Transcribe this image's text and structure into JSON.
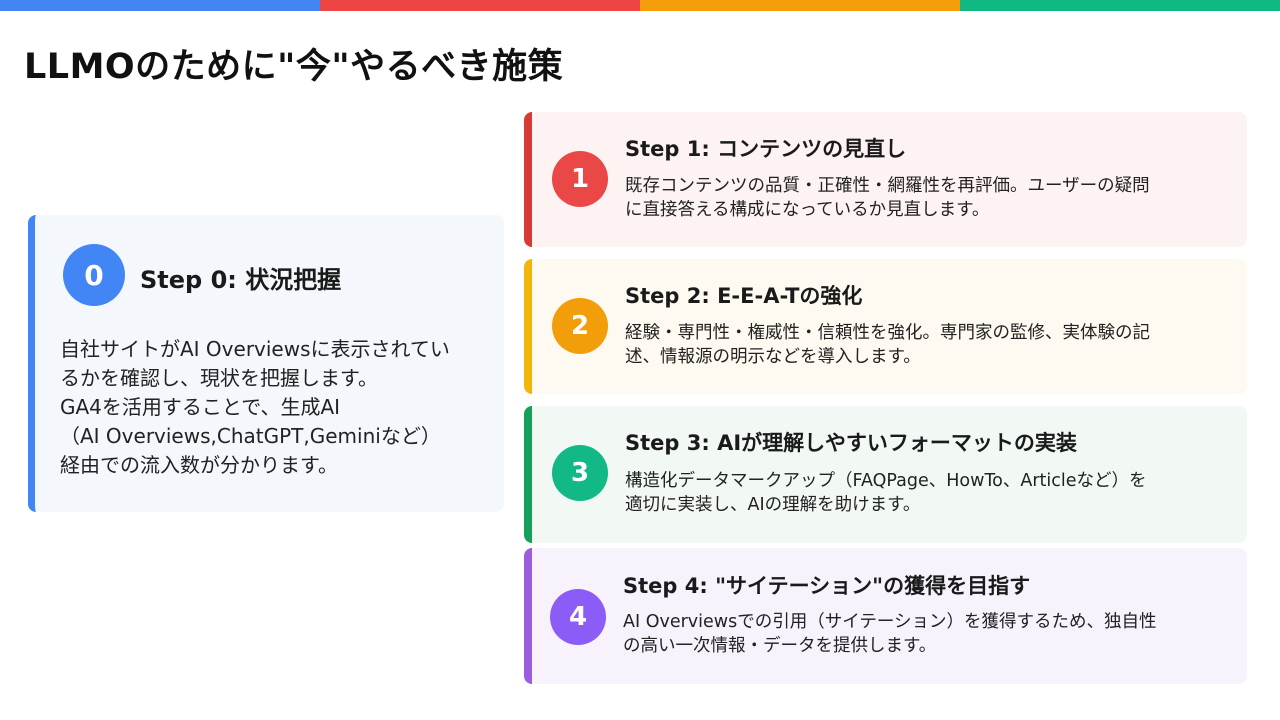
{
  "colors": {
    "blue": "#4285f4",
    "red": "#ea4335",
    "yellow": "#f29e0b",
    "green": "#12b886",
    "purple": "#8b5cf6"
  },
  "top_bar": [
    "#4285f4",
    "#ef4444",
    "#f59e0b",
    "#10b981"
  ],
  "title": "LLMOのために\"今\"やるべき施策",
  "step0": {
    "number": "0",
    "title": "Step 0: 状況把握",
    "body_lines": [
      "自社サイトがAI Overviewsに表示されてい",
      "るかを確認し、現状を把握します。",
      "GA4を活用することで、生成AI",
      "（AI Overviews,ChatGPT,Geminiなど）",
      "経由での流入数が分かります。"
    ]
  },
  "steps": [
    {
      "number": "1",
      "title": "Step 1: コンテンツの見直し",
      "desc_lines": [
        "既存コンテンツの品質・正確性・網羅性を再評価。ユーザーの疑問",
        "に直接答える構成になっているか見直します。"
      ],
      "accent": "#d63b35",
      "circle": "#ea4747",
      "bg": "#fdf3f3"
    },
    {
      "number": "2",
      "title": "Step 2: E-E-A-Tの強化",
      "desc_lines": [
        "経験・専門性・権威性・信頼性を強化。専門家の監修、実体験の記",
        "述、情報源の明示などを導入します。"
      ],
      "accent": "#f2b50b",
      "circle": "#f29e0b",
      "bg": "#fefaf1"
    },
    {
      "number": "3",
      "title": "Step 3: AIが理解しやすいフォーマットの実装",
      "desc_lines": [
        "構造化データマークアップ（FAQPage、HowTo、Articleなど）を",
        "適切に実装し、AIの理解を助けます。"
      ],
      "accent": "#17a05a",
      "circle": "#12b886",
      "bg": "#f2f8f4"
    },
    {
      "number": "4",
      "title": "Step 4: \"サイテーション\"の獲得を目指す",
      "desc_lines": [
        "AI Overviewsでの引用（サイテーション）を獲得するため、独自性",
        "の高い一次情報・データを提供します。"
      ],
      "accent": "#9b5ce0",
      "circle": "#8b5cf6",
      "bg": "#f7f2fb"
    }
  ]
}
